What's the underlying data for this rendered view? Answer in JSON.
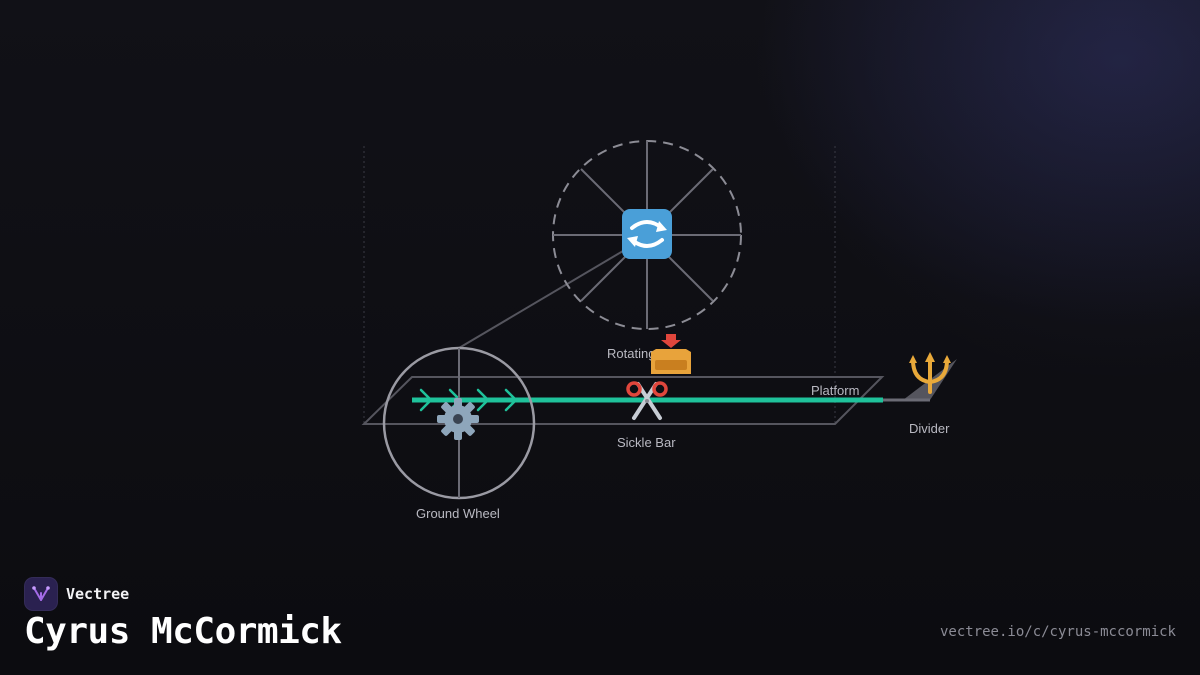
{
  "diagram": {
    "labels": {
      "reel": "Rotating",
      "platform": "Platform",
      "sickle": "Sickle Bar",
      "divider": "Divider",
      "wheel": "Ground Wheel"
    },
    "icons": {
      "reel": "rotating-arrows-icon",
      "sickle": "scissors-icon",
      "inbox": "inbox-tray-icon",
      "divider": "trident-icon",
      "gear": "gear-icon"
    },
    "colors": {
      "belt": "#1fc29b",
      "lines": "#6b6b75",
      "wheel": "#9a9aa3"
    }
  },
  "brand": {
    "name": "Vectree"
  },
  "title": "Cyrus McCormick",
  "url": "vectree.io/c/cyrus-mccormick"
}
